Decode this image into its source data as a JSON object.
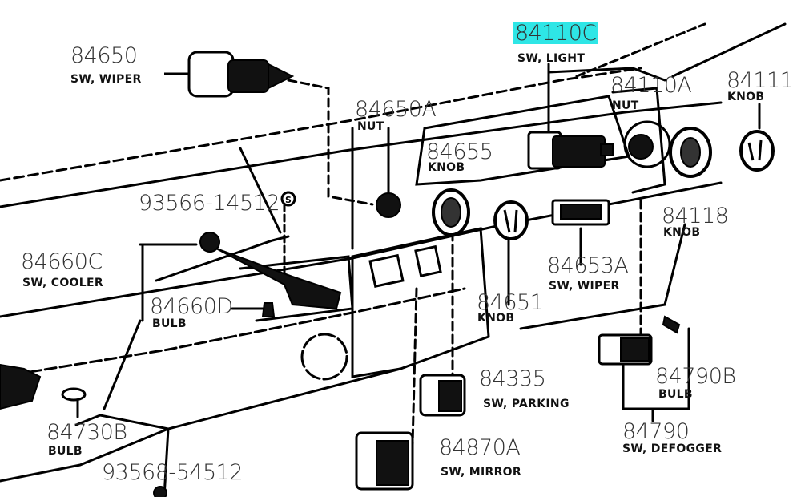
{
  "diagram": {
    "type": "exploded parts diagram",
    "highlight_color": "#2ee6e6",
    "highlighted_part": "84110C",
    "parts": [
      {
        "id": "p84110C",
        "number": "84110C",
        "description": "SW, LIGHT",
        "highlighted": true
      },
      {
        "id": "p84110A",
        "number": "84110A",
        "description": "NUT"
      },
      {
        "id": "p84111",
        "number": "84111",
        "description": "KNOB"
      },
      {
        "id": "p84650",
        "number": "84650",
        "description": "SW, WIPER"
      },
      {
        "id": "p84650A",
        "number": "84650A",
        "description": "NUT"
      },
      {
        "id": "p84655",
        "number": "84655",
        "description": "KNOB"
      },
      {
        "id": "p93566",
        "number": "93566-14512",
        "description": ""
      },
      {
        "id": "p84118",
        "number": "84118",
        "description": "KNOB"
      },
      {
        "id": "p84660C",
        "number": "84660C",
        "description": "SW, COOLER"
      },
      {
        "id": "p84653A",
        "number": "84653A",
        "description": "SW, WIPER"
      },
      {
        "id": "p84660D",
        "number": "84660D",
        "description": "BULB"
      },
      {
        "id": "p84651",
        "number": "84651",
        "description": "KNOB"
      },
      {
        "id": "p84335",
        "number": "84335",
        "description": "SW, PARKING"
      },
      {
        "id": "p84790B",
        "number": "84790B",
        "description": "BULB"
      },
      {
        "id": "p84730B",
        "number": "84730B",
        "description": "BULB"
      },
      {
        "id": "p84870A",
        "number": "84870A",
        "description": "SW, MIRROR"
      },
      {
        "id": "p84790",
        "number": "84790",
        "description": "SW, DEFOGGER"
      },
      {
        "id": "p93568",
        "number": "93568-54512",
        "description": ""
      }
    ],
    "symbols": {
      "screw_marker": "S"
    }
  }
}
